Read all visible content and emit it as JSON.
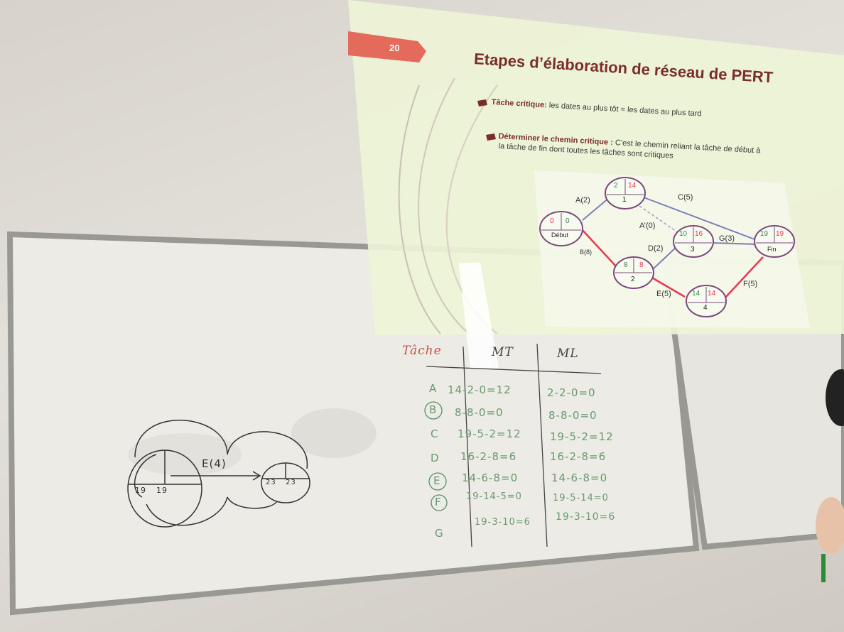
{
  "slide": {
    "number": "20",
    "title": "Etapes d’élaboration de réseau de PERT",
    "bullet1_bold": "Tâche critique:",
    "bullet1_text": " les dates au plus tôt = les dates au plus tard",
    "bullet2_bold": "Déterminer le chemin critique :",
    "bullet2_text": " C’est le chemin reliant la tâche de début à",
    "bullet2_line2": "la tâche de fin dont toutes les tâches sont critiques",
    "nodes": {
      "start": {
        "early": "0",
        "late": "0",
        "label": "Début"
      },
      "n1": {
        "early": "2",
        "late": "14",
        "label": "1"
      },
      "n2": {
        "early": "8",
        "late": "8",
        "label": "2"
      },
      "n3": {
        "early": "10",
        "late": "16",
        "label": "3"
      },
      "n4": {
        "early": "14",
        "late": "14",
        "label": "4"
      },
      "end": {
        "early": "19",
        "late": "19",
        "label": "Fin"
      }
    },
    "edges": {
      "a": "A(2)",
      "c": "C(5)",
      "a_prime": "A’(0)",
      "d": "D(2)",
      "g": "G(3)",
      "f": "F(5)",
      "e": "E(5)",
      "b": "B(8)"
    }
  },
  "board": {
    "headers": {
      "task": "Tâche",
      "mt": "MT",
      "ml": "ML"
    },
    "rows": [
      {
        "task": "A",
        "mt": "14-2-0=12",
        "ml": "2-2-0=0"
      },
      {
        "task": "B",
        "mt": "8-8-0=0",
        "ml": "8-8-0=0"
      },
      {
        "task": "C",
        "mt": "19-5-2=12",
        "ml": "19-5-2=12"
      },
      {
        "task": "D",
        "mt": "16-2-8=6",
        "ml": "16-2-8=6"
      },
      {
        "task": "E",
        "mt": "14-6-8=0",
        "ml": "14-6-8=0"
      },
      {
        "task": "F",
        "mt": "19-14-5=0",
        "ml": "19-5-14=0"
      },
      {
        "task": "G",
        "mt": "19-3-10=6",
        "ml": "19-3-10=6"
      }
    ],
    "sketch": {
      "edge": "E(4)",
      "left_a": "19",
      "left_b": "19",
      "right_a": "23",
      "right_b": "23"
    }
  }
}
